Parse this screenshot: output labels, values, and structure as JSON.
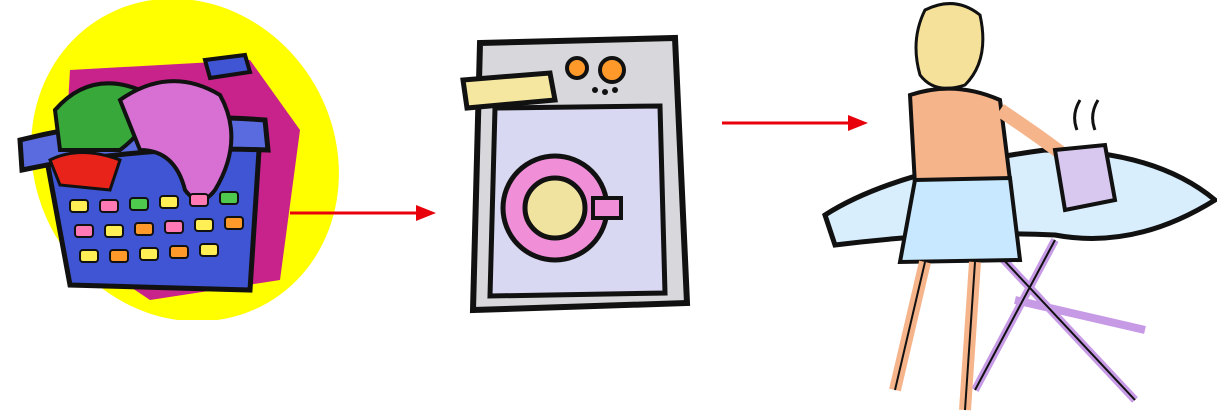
{
  "scene": {
    "background": "#ffffff",
    "steps": [
      {
        "name": "laundry-basket",
        "icon": "laundry-basket-icon"
      },
      {
        "name": "washing-machine",
        "icon": "washing-machine-icon"
      },
      {
        "name": "woman-ironing",
        "icon": "woman-ironing-icon"
      }
    ],
    "arrow_color": "#e8000b"
  },
  "colors": {
    "yellow_blob": "#ffff00",
    "magenta_blob": "#c8238a",
    "basket_blue": "#3f55d4",
    "washer_body": "#d8d8dc",
    "washer_door": "#d8d8f2",
    "door_ring": "#f08fd8",
    "drawer": "#f6e7a0",
    "skin": "#f5b48a",
    "skirt": "#c8e8ff",
    "board": "#d8eefc",
    "legs": "#c79ae6"
  }
}
